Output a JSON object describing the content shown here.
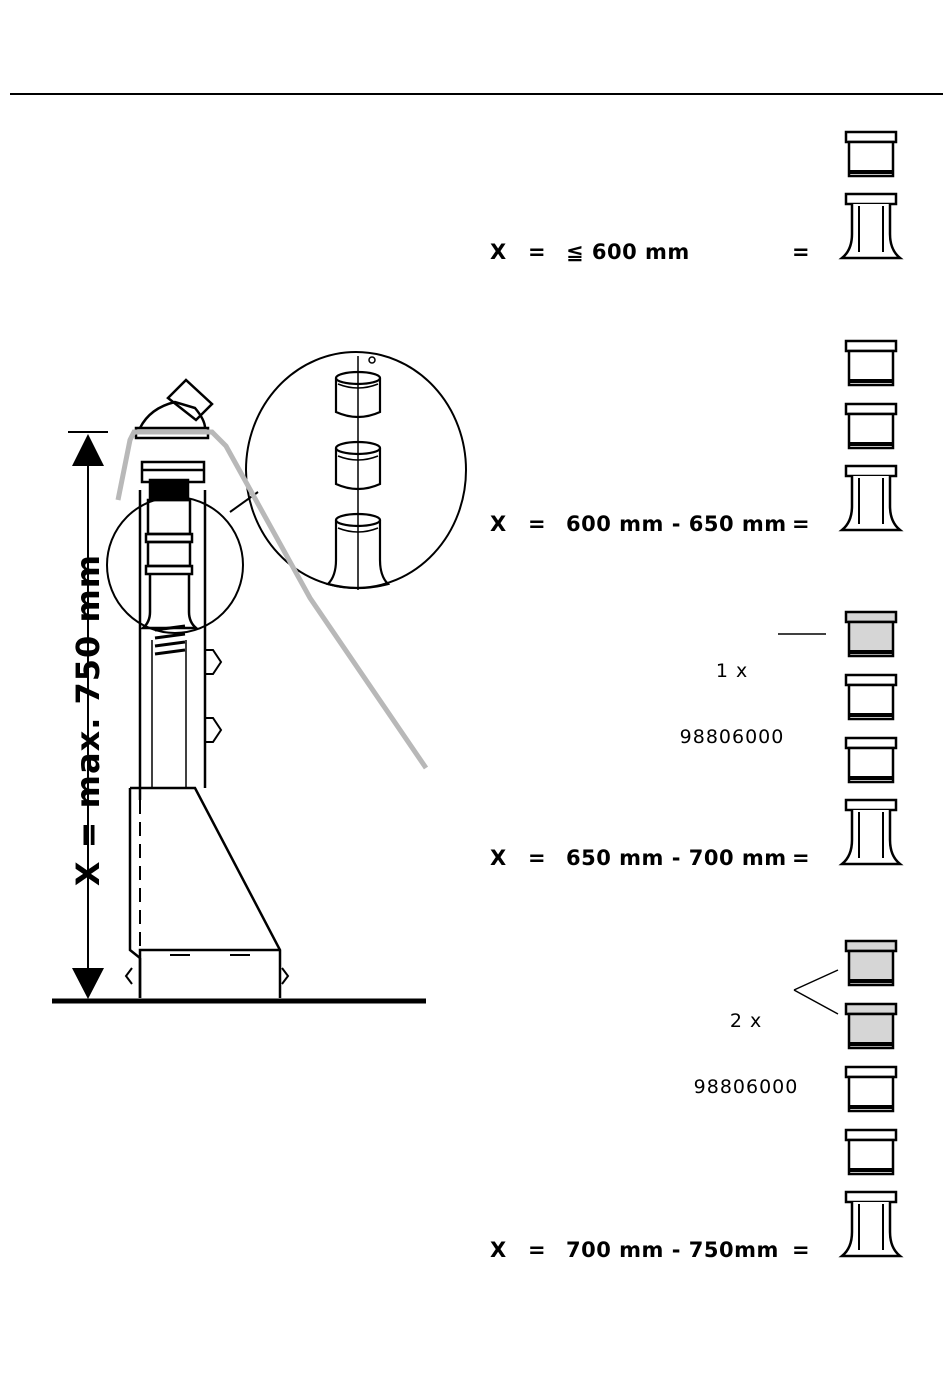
{
  "diagram": {
    "dimension_label": "X = max. 750 mm"
  },
  "rows": [
    {
      "var": "X",
      "eq1": "=",
      "range": "≦ 600 mm",
      "eq2": "=",
      "plain_rings": 1,
      "marked_rings": 0
    },
    {
      "var": "X",
      "eq1": "=",
      "range": "600 mm - 650 mm",
      "eq2": "=",
      "plain_rings": 2,
      "marked_rings": 0
    },
    {
      "var": "X",
      "eq1": "=",
      "range": "650 mm - 700 mm",
      "eq2": "=",
      "plain_rings": 2,
      "marked_rings": 1,
      "callout": {
        "qty": "1 x",
        "part": "98806000"
      }
    },
    {
      "var": "X",
      "eq1": "=",
      "range": "700 mm - 750mm",
      "eq2": "=",
      "plain_rings": 2,
      "marked_rings": 2,
      "callout": {
        "qty": "2 x",
        "part": "98806000"
      }
    }
  ],
  "colors": {
    "line": "#000000",
    "highlight": "#b8b8b8",
    "marked_fill": "#d6d6d6"
  }
}
